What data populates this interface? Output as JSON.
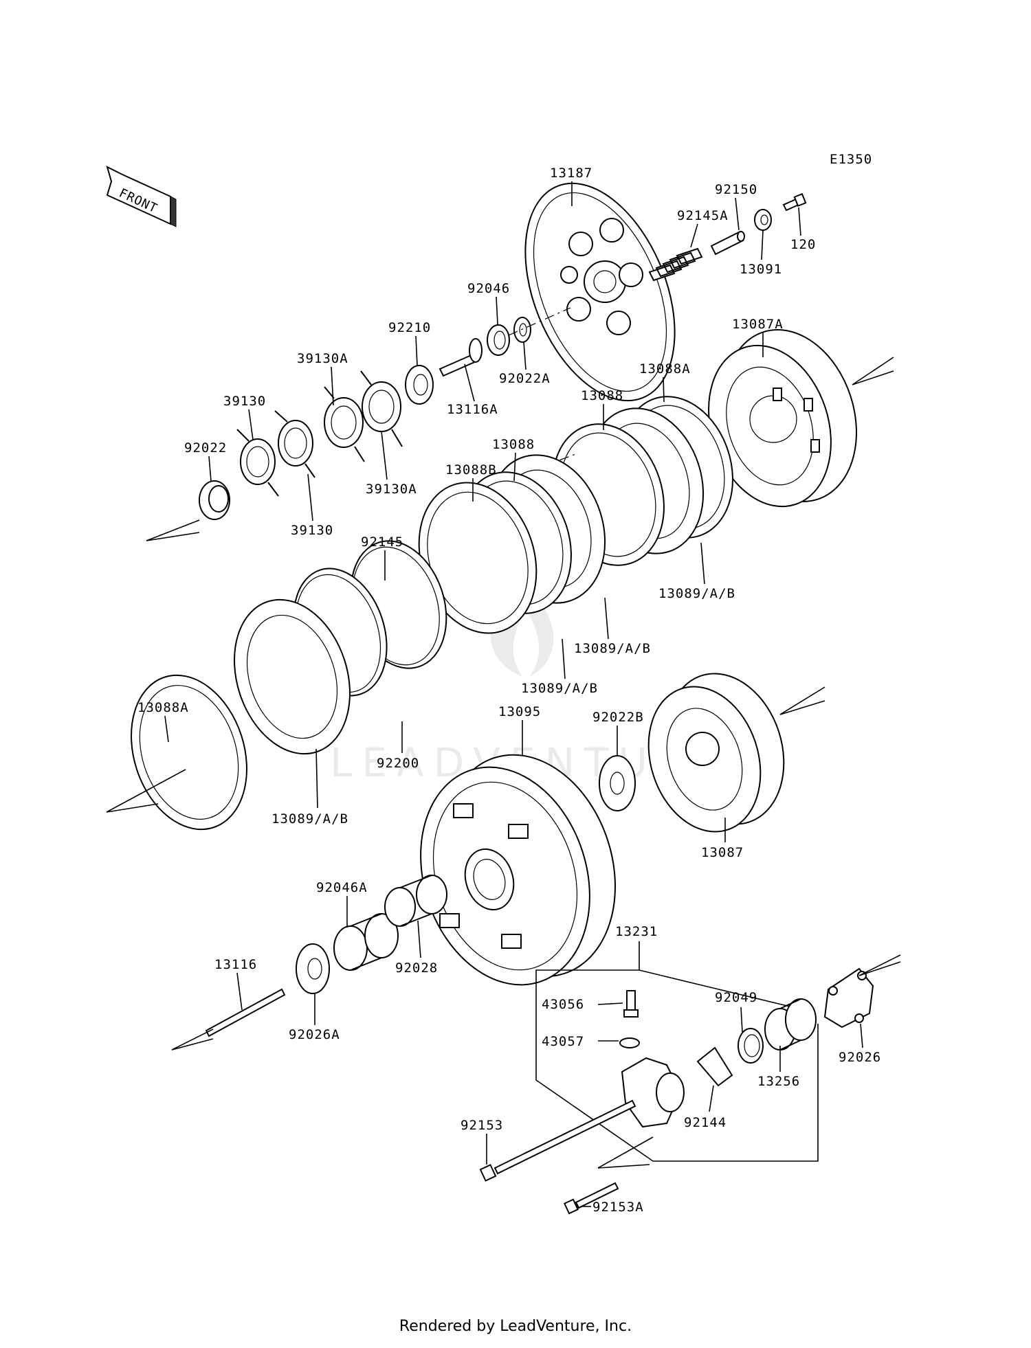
{
  "diagram_code": "E1350",
  "front_label": "FRONT",
  "footer": "Rendered by LeadVenture, Inc.",
  "watermark": "LEADVENTURE",
  "labels": {
    "l13187": "13187",
    "l92150": "92150",
    "l92145A": "92145A",
    "l120": "120",
    "l13091": "13091",
    "l92046": "92046",
    "l92022A": "92022A",
    "l92210": "92210",
    "l13116A": "13116A",
    "l39130A_top": "39130A",
    "l39130_top": "39130",
    "l39130A_bot": "39130A",
    "l39130_bot": "39130",
    "l92022": "92022",
    "l13087A": "13087A",
    "l13088A_top": "13088A",
    "l13088_a": "13088",
    "l13088_b": "13088",
    "l13088B": "13088B",
    "l13089_1": "13089/A/B",
    "l13089_2": "13089/A/B",
    "l13089_3": "13089/A/B",
    "l92145": "92145",
    "l13088A_left": "13088A",
    "l92200": "92200",
    "l13089_4": "13089/A/B",
    "l13095": "13095",
    "l92022B": "92022B",
    "l13087": "13087",
    "l92046A": "92046A",
    "l92028": "92028",
    "l13116": "13116",
    "l92026A": "92026A",
    "l13231": "13231",
    "l43056": "43056",
    "l43057": "43057",
    "l92049": "92049",
    "l13256": "13256",
    "l92026": "92026",
    "l92144": "92144",
    "l92153": "92153",
    "l92153A": "92153A"
  }
}
